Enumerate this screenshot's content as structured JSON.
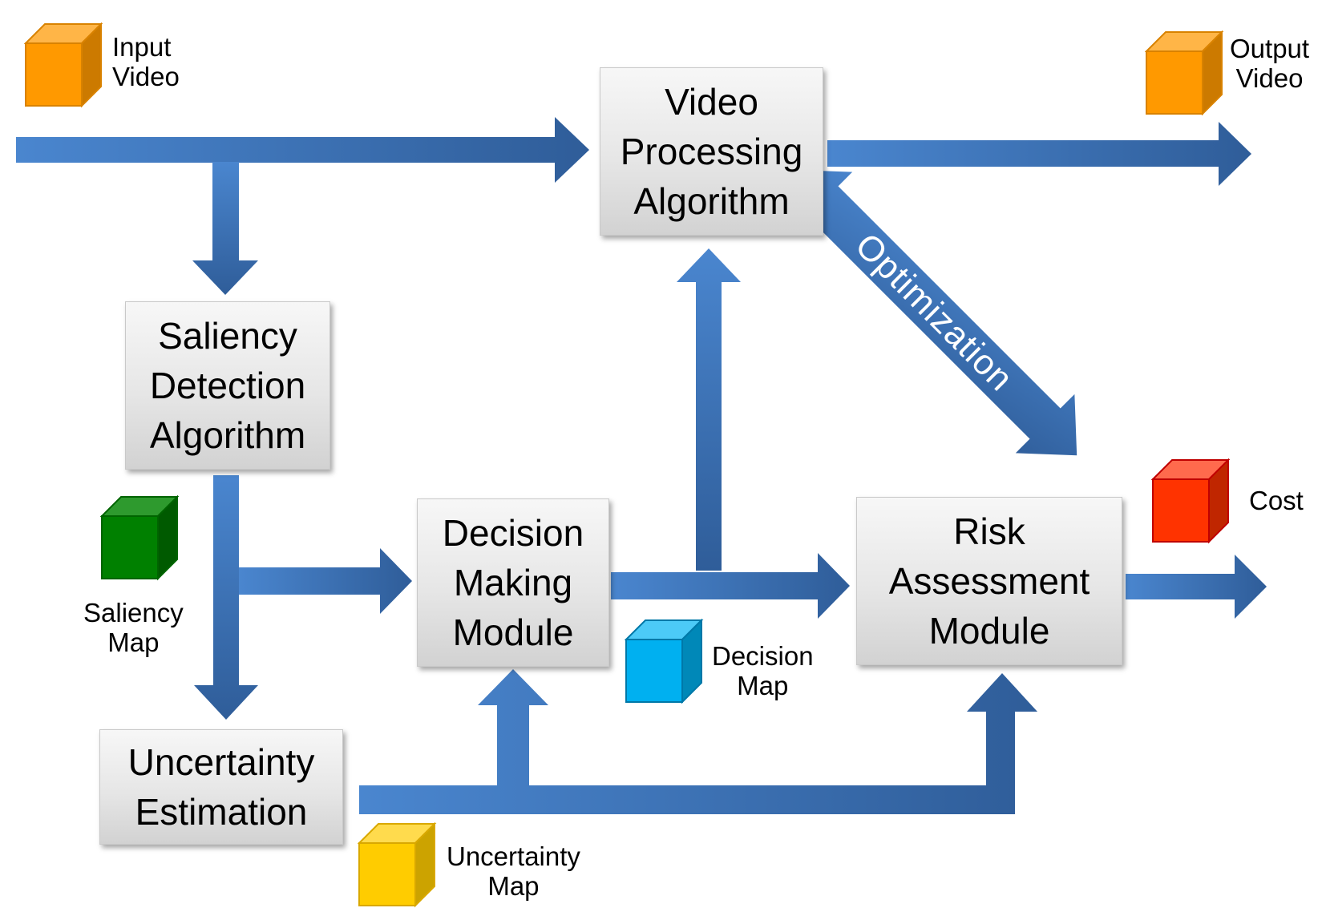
{
  "boxes": {
    "video_processing": [
      "Video",
      "Processing",
      "Algorithm"
    ],
    "saliency_detection": [
      "Saliency",
      "Detection",
      "Algorithm"
    ],
    "decision_making": [
      "Decision",
      "Making",
      "Module"
    ],
    "risk_assessment": [
      "Risk",
      "Assessment",
      "Module"
    ],
    "uncertainty_estimation": [
      "Uncertainty",
      "Estimation"
    ]
  },
  "labels": {
    "input_video": [
      "Input",
      "Video"
    ],
    "output_video": [
      "Output",
      "Video"
    ],
    "saliency_map": [
      "Saliency",
      "Map"
    ],
    "decision_map": [
      "Decision",
      "Map"
    ],
    "uncertainty_map": [
      "Uncertainty",
      "Map"
    ],
    "cost": "Cost",
    "optimization": "Optimization"
  },
  "colors": {
    "arrow": "#3a70ba",
    "arrow_dark": "#2f5d99",
    "input_video_cube": "#ff9900",
    "output_video_cube": "#ff9900",
    "saliency_map_cube": "#008000",
    "decision_map_cube": "#00b0f0",
    "uncertainty_map_cube": "#ffcc00",
    "cost_cube": "#ff3300"
  }
}
